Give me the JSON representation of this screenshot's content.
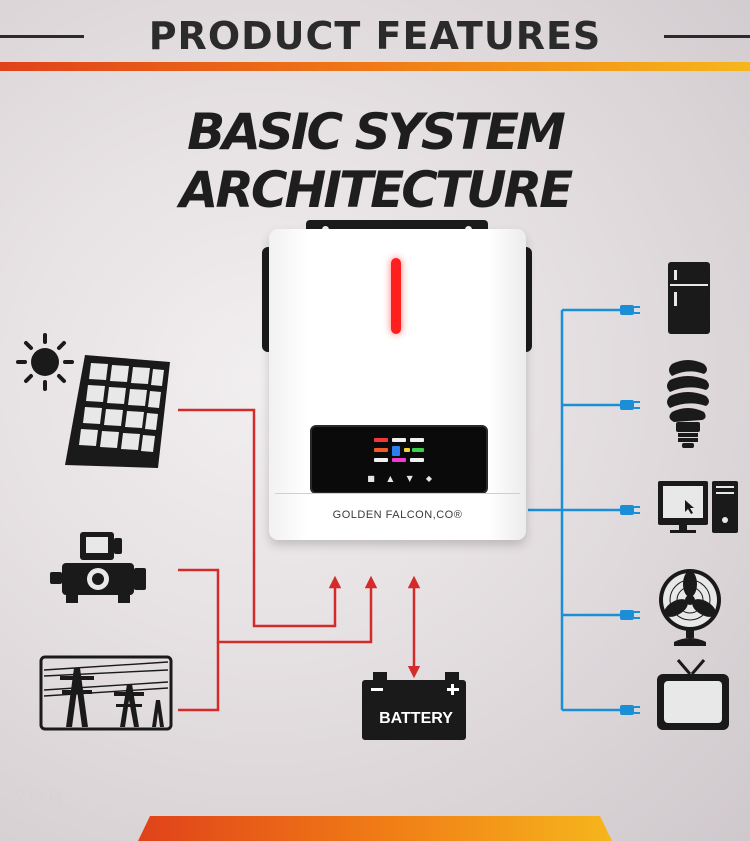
{
  "header": {
    "title": "PRODUCT FEATURES"
  },
  "diagram": {
    "title": "BASIC SYSTEM ARCHITECTURE",
    "inverter": {
      "brand_label": "GOLDEN FALCON,CO®"
    },
    "battery": {
      "label": "BATTERY"
    },
    "inputs": {
      "icons": [
        "sun-icon",
        "solar-panel-icon",
        "generator-icon",
        "power-grid-icon"
      ]
    },
    "loads": {
      "icons": [
        "refrigerator-icon",
        "energy-saving-bulb-icon",
        "computer-icon",
        "fan-icon",
        "tv-icon"
      ]
    },
    "colors": {
      "input_lines": "#d42a2a",
      "output_lines": "#1b8fd6",
      "led_bar": "#ff1f1f",
      "icon_fill": "#1a1a1a",
      "header_stripe_start": "#e0421a",
      "header_stripe_end": "#f6b61c"
    }
  }
}
